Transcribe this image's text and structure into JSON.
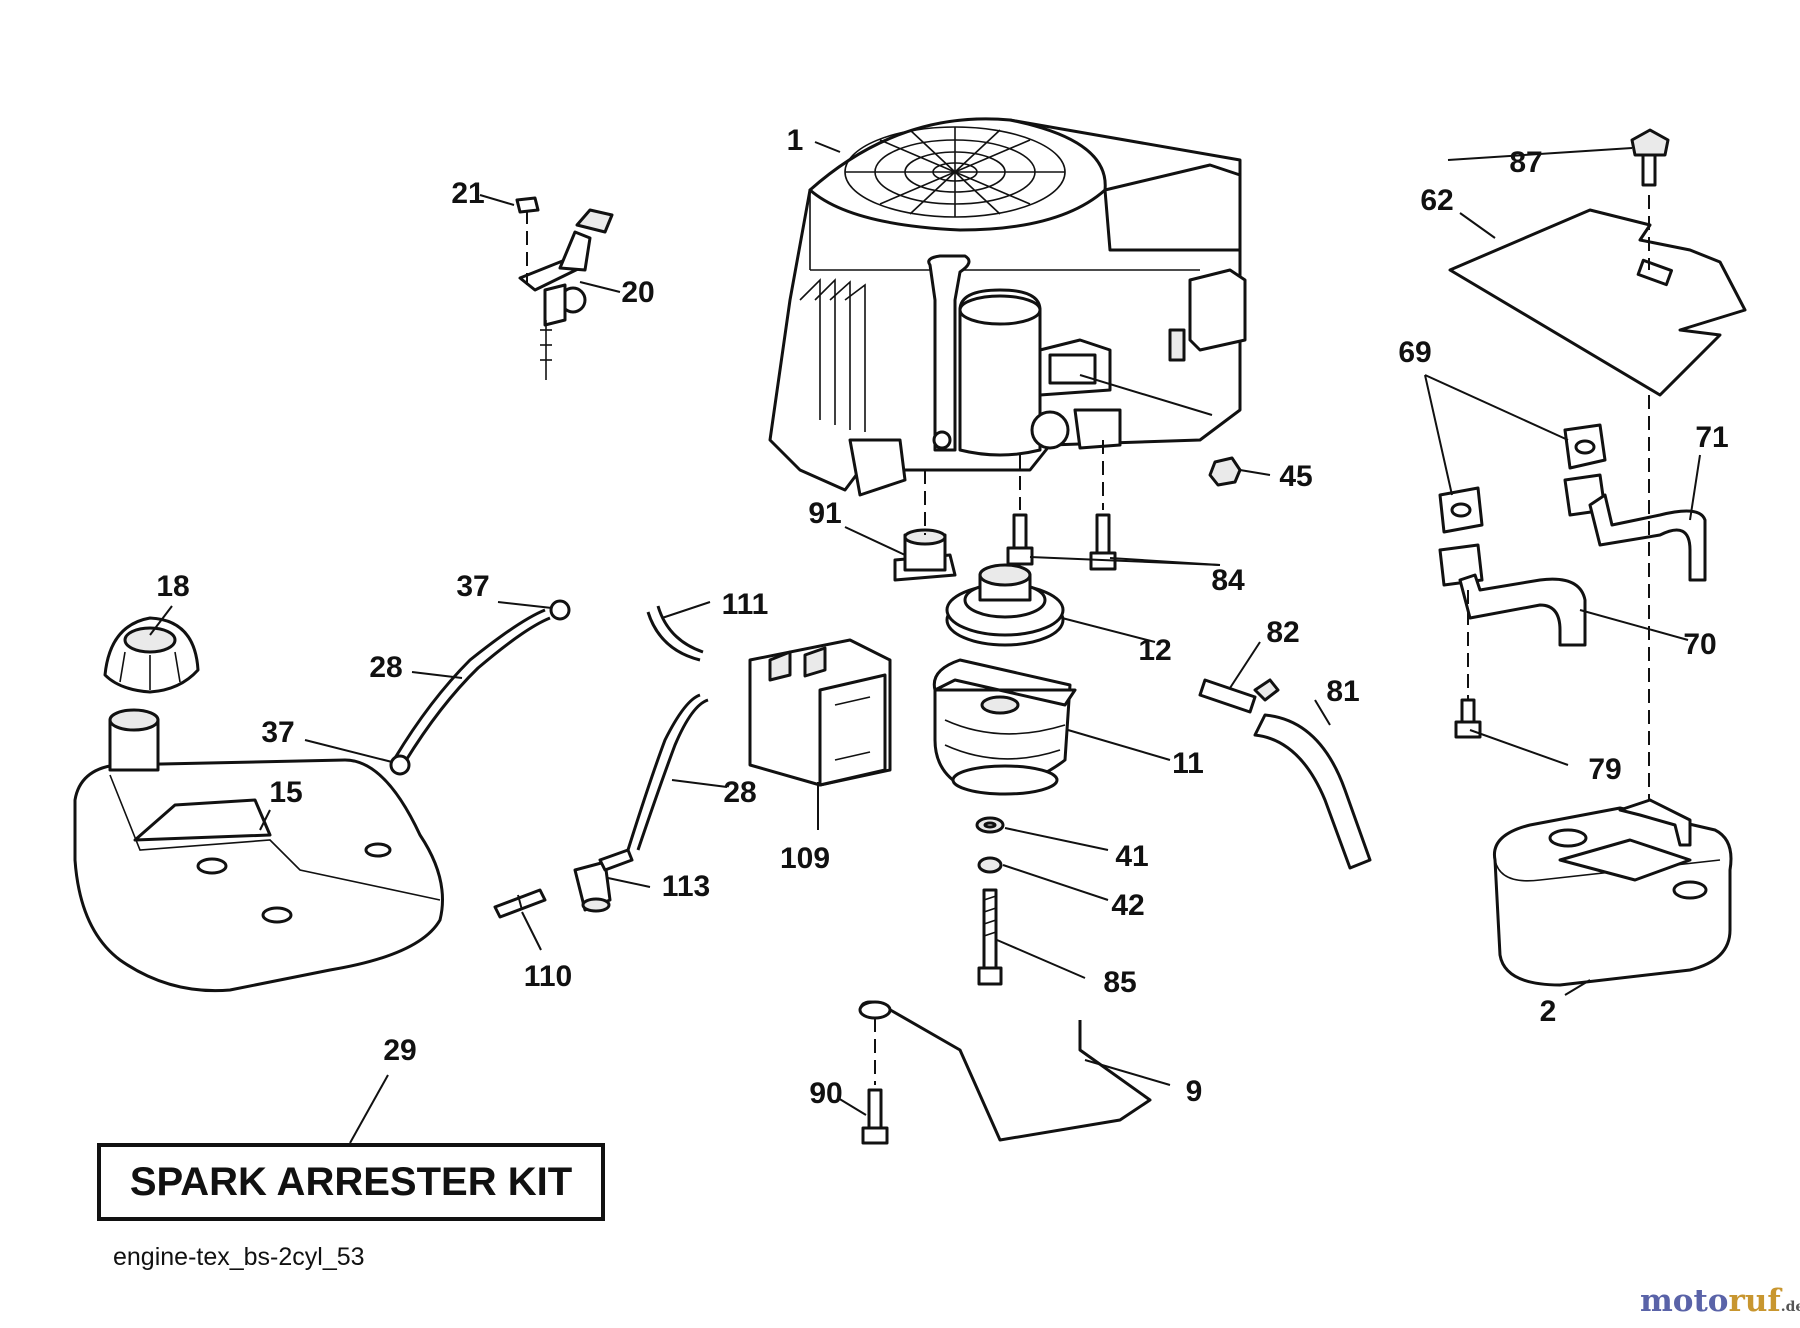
{
  "labels": [
    {
      "id": "1",
      "text": "1"
    },
    {
      "id": "2",
      "text": "2"
    },
    {
      "id": "9",
      "text": "9"
    },
    {
      "id": "11",
      "text": "11"
    },
    {
      "id": "12",
      "text": "12"
    },
    {
      "id": "15",
      "text": "15"
    },
    {
      "id": "18",
      "text": "18"
    },
    {
      "id": "20",
      "text": "20"
    },
    {
      "id": "21",
      "text": "21"
    },
    {
      "id": "28a",
      "text": "28"
    },
    {
      "id": "28b",
      "text": "28"
    },
    {
      "id": "29",
      "text": "29"
    },
    {
      "id": "37a",
      "text": "37"
    },
    {
      "id": "37b",
      "text": "37"
    },
    {
      "id": "41",
      "text": "41"
    },
    {
      "id": "42",
      "text": "42"
    },
    {
      "id": "45",
      "text": "45"
    },
    {
      "id": "62",
      "text": "62"
    },
    {
      "id": "69",
      "text": "69"
    },
    {
      "id": "70",
      "text": "70"
    },
    {
      "id": "71",
      "text": "71"
    },
    {
      "id": "79",
      "text": "79"
    },
    {
      "id": "81",
      "text": "81"
    },
    {
      "id": "82",
      "text": "82"
    },
    {
      "id": "84",
      "text": "84"
    },
    {
      "id": "85",
      "text": "85"
    },
    {
      "id": "87",
      "text": "87"
    },
    {
      "id": "90",
      "text": "90"
    },
    {
      "id": "91",
      "text": "91"
    },
    {
      "id": "109",
      "text": "109"
    },
    {
      "id": "110",
      "text": "110"
    },
    {
      "id": "111",
      "text": "111"
    },
    {
      "id": "113",
      "text": "113"
    }
  ],
  "kit_label": "SPARK ARRESTER KIT",
  "drawing_code": "engine-tex_bs-2cyl_53",
  "watermark": {
    "main": "moto",
    "accent": "ruf",
    "suffix": ".de"
  },
  "colors": {
    "line": "#111111",
    "watermark_blue": "#5a63a8",
    "watermark_gold": "#c8962f"
  }
}
